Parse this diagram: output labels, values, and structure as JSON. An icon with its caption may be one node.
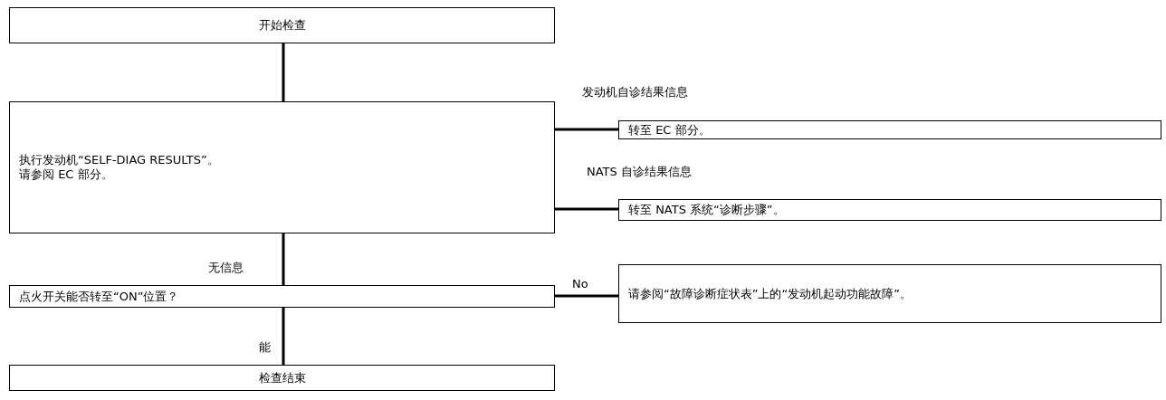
{
  "diagram": {
    "nodes": [
      {
        "text": [
          "开始检查"
        ]
      },
      {
        "text": [
          "执行发动机“SELF-DIAG RESULTS”。",
          "请参阅 EC 部分。"
        ]
      },
      {
        "text": [
          "转至 EC 部分。"
        ],
        "beside": [
          "发动机自诊结果信息"
        ]
      },
      {
        "text": [
          "转至 NATS 系统“诊断步骤”。"
        ],
        "beside": [
          "NATS 自诊结果信息"
        ]
      },
      {
        "text": [
          "点火开关能否转至“ON”位置？"
        ]
      },
      {
        "text": [
          "请参阅“故障诊断症状表”上的“发动机起动功能故障”。"
        ]
      },
      {
        "text": [
          "检查结束"
        ]
      }
    ],
    "edges": [
      {
        "from": 0,
        "to": 1,
        "arrow": "none"
      },
      {
        "from": 1,
        "to": 2,
        "arrow": "none"
      },
      {
        "from": 1,
        "to": 3,
        "arrow": "none"
      },
      {
        "from": 1,
        "to": 4,
        "label": "无信息",
        "arrow": "none"
      },
      {
        "from": 4,
        "to": 5,
        "label": "No",
        "arrow": "none"
      },
      {
        "from": 4,
        "to": 6,
        "label": "能",
        "arrow": "none"
      }
    ]
  }
}
